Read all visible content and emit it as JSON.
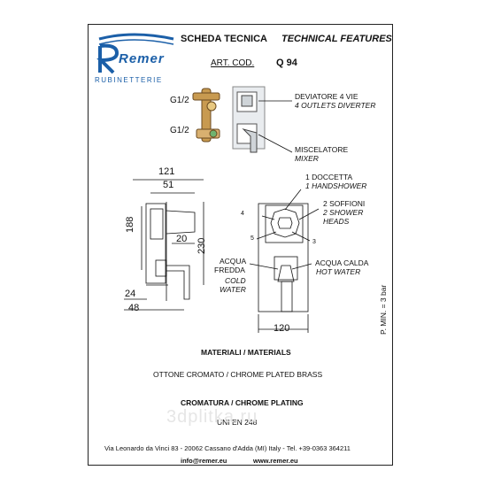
{
  "brand": {
    "name": "Remer",
    "sub": "RUBINETTERIE",
    "color": "#1b5fa8"
  },
  "header": {
    "title_it": "SCHEDA TECNICA",
    "title_en": "TECHNICAL FEATURES",
    "art_label": "ART. COD.",
    "art_code": "Q 94"
  },
  "components": {
    "thread_top": "G1/2",
    "thread_bottom": "G1/2",
    "diverter_it": "DEVIATORE 4 VIE",
    "diverter_en": "4 OUTLETS DIVERTER",
    "mixer_it": "MISCELATORE",
    "mixer_en": "MIXER"
  },
  "dimensions": {
    "d121": "121",
    "d51": "51",
    "d20": "20",
    "d188": "188",
    "d230": "230",
    "d24": "24",
    "d48": "48",
    "d120": "120"
  },
  "callouts": {
    "handshower_it": "1 DOCCETTA",
    "handshower_en": "1 HANDSHOWER",
    "heads_it": "2 SOFFIONI",
    "heads_en1": "2 SHOWER",
    "heads_en2": "HEADS",
    "cold_it1": "ACQUA",
    "cold_it2": "FREDDA",
    "cold_en1": "COLD",
    "cold_en2": "WATER",
    "hot_it": "ACQUA CALDA",
    "hot_en": "HOT WATER",
    "n3": "3",
    "n4": "4",
    "n5": "5",
    "pressure": "P. MIN. = 3 bar"
  },
  "materials": {
    "title": "MATERIALI / MATERIALS",
    "value": "OTTONE CROMATO / CHROME PLATED BRASS"
  },
  "plating": {
    "title": "CROMATURA / CHROME PLATING",
    "value": "UNI EN 248"
  },
  "watermark": "3dplitka.ru",
  "footer": {
    "address": "Via Leonardo da Vinci 83 - 20062 Cassano d'Adda (MI) Italy - Tel. +39-0363 364211",
    "email": "info@remer.eu",
    "web": "www.remer.eu"
  }
}
